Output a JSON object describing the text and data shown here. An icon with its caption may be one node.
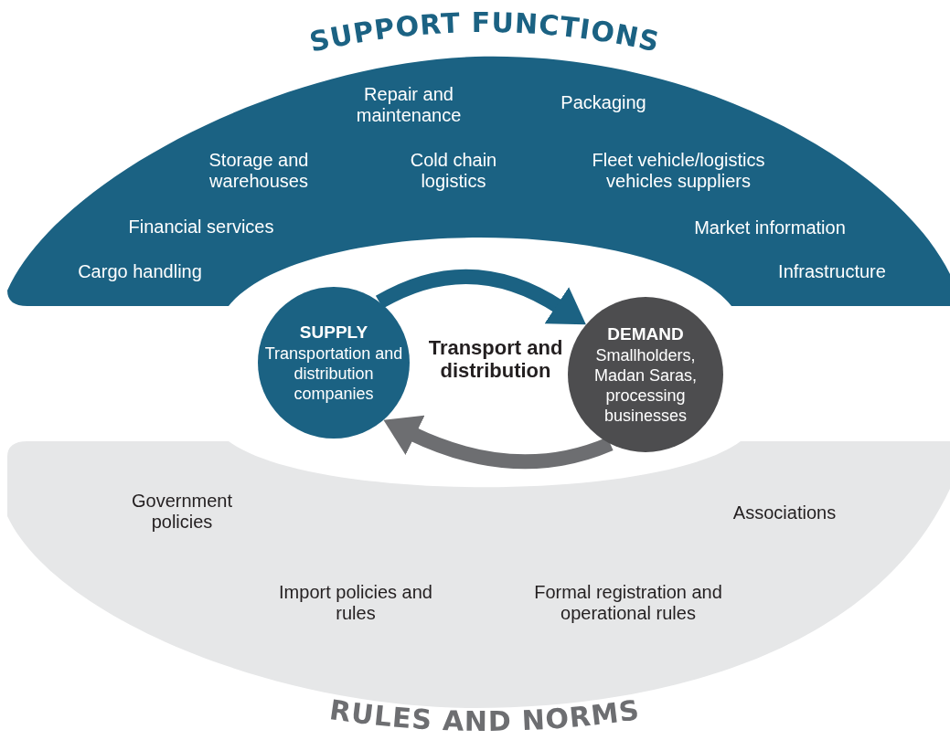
{
  "diagram": {
    "nodes": [
      {
        "text": [
          "SUPPORT FUNCTIONS",
          "Repair and maintenance",
          "Packaging",
          "Storage and warehouses",
          "Cold chain logistics",
          "Fleet vehicle/logistics vehicles suppliers",
          "Financial services",
          "Market information",
          "Cargo handling",
          "Infrastructure"
        ]
      },
      {
        "text": [
          "Government policies",
          "Associations",
          "Import policies and rules",
          "Formal registration and operational rules",
          "RULES AND NORMS"
        ]
      },
      {
        "text": [
          "SUPPLY",
          "Transportation and distribution companies"
        ]
      },
      {
        "text": [
          "DEMAND",
          "Smallholders, Madan Saras, processing businesses"
        ]
      }
    ],
    "edges": [
      {
        "from": 2,
        "to": 3,
        "arrow": "to",
        "color": "#1b6283"
      },
      {
        "from": 3,
        "to": 2,
        "arrow": "to",
        "color": "#6d6e71"
      }
    ],
    "labels": [
      "Transport and distribution"
    ]
  }
}
